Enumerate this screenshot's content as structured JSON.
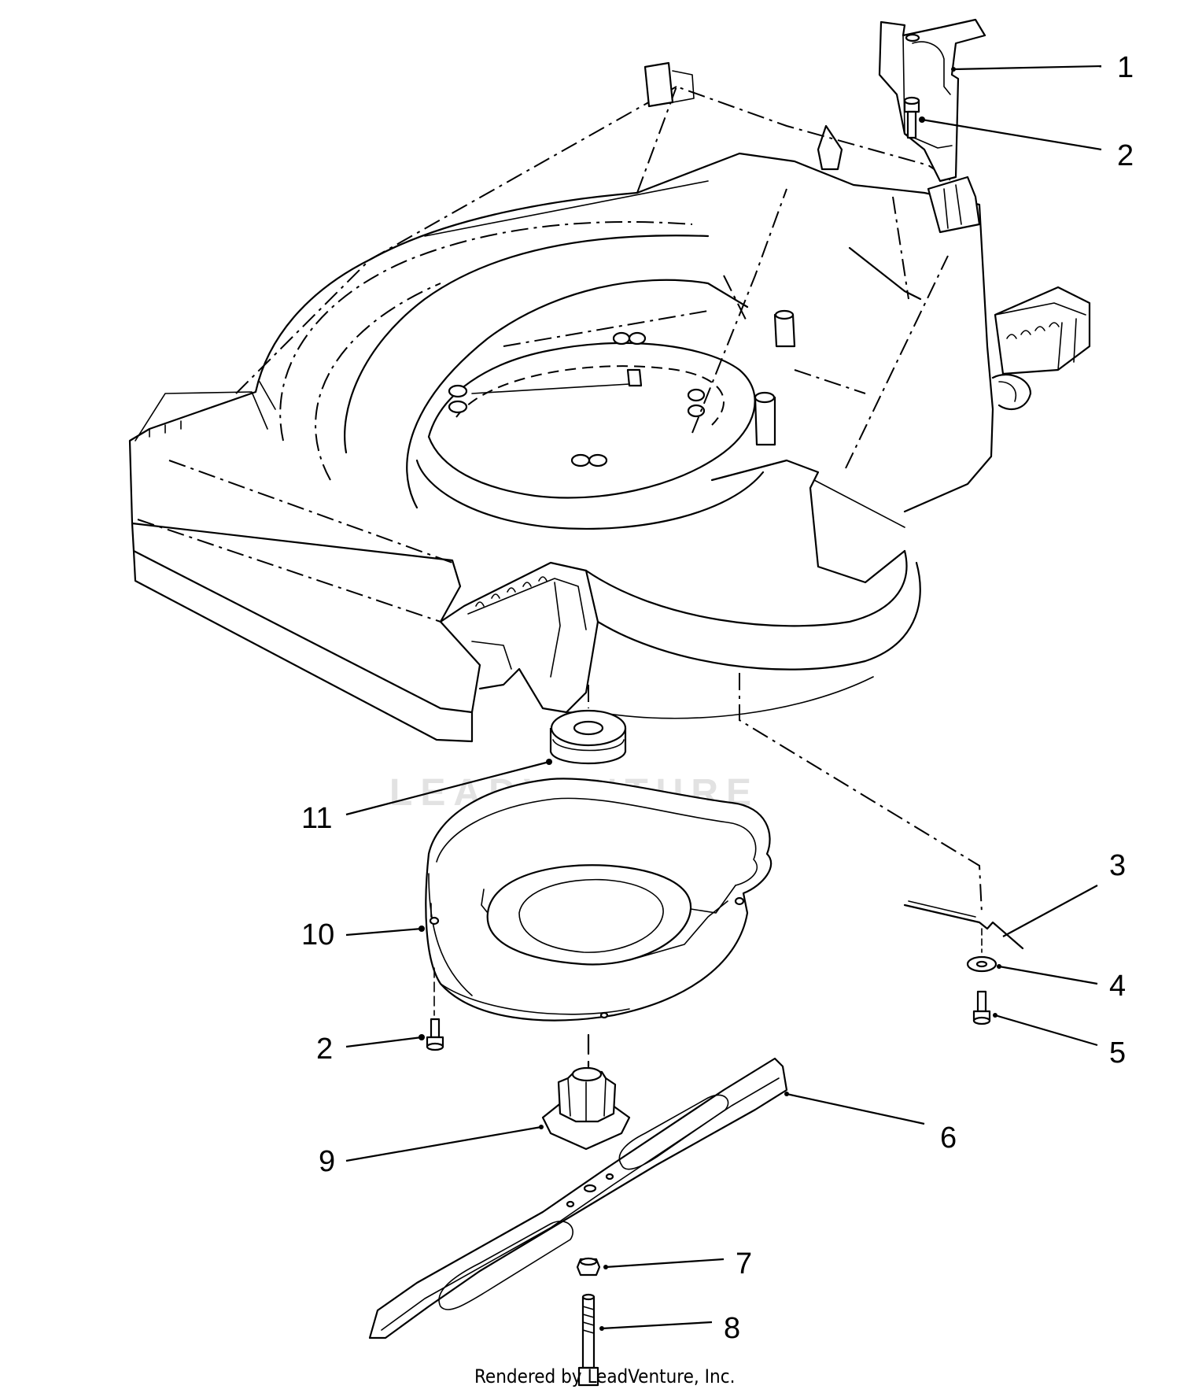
{
  "watermark": "LEADVENTURE",
  "footer": "Rendered by LeadVenture, Inc.",
  "callouts": [
    {
      "id": "c1",
      "label": "1"
    },
    {
      "id": "c2a",
      "label": "2"
    },
    {
      "id": "c3",
      "label": "3"
    },
    {
      "id": "c4",
      "label": "4"
    },
    {
      "id": "c5",
      "label": "5"
    },
    {
      "id": "c6",
      "label": "6"
    },
    {
      "id": "c7",
      "label": "7"
    },
    {
      "id": "c8",
      "label": "8"
    },
    {
      "id": "c9",
      "label": "9"
    },
    {
      "id": "c10",
      "label": "10"
    },
    {
      "id": "c11",
      "label": "11"
    },
    {
      "id": "c2b",
      "label": "2"
    }
  ]
}
